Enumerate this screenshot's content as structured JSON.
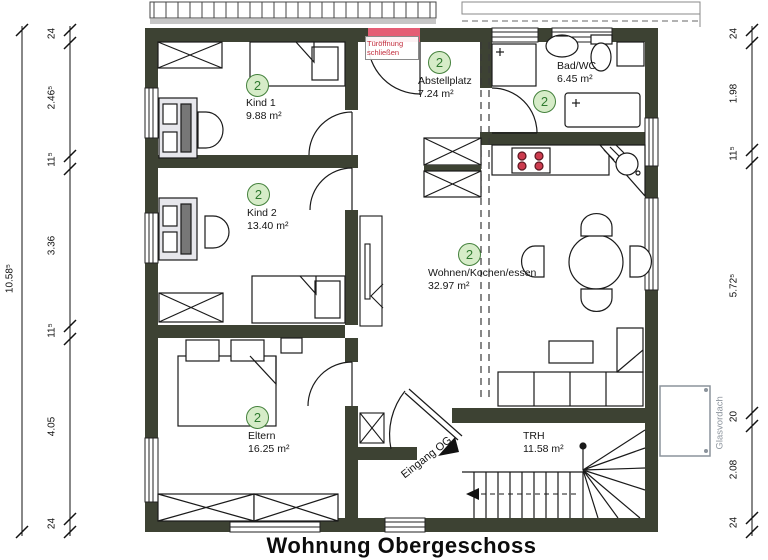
{
  "title": "Wohnung Obergeschoss",
  "marker_symbol": "2",
  "rooms": {
    "kind1": {
      "name": "Kind 1",
      "area": "9.88 m²"
    },
    "kind2": {
      "name": "Kind 2",
      "area": "13.40 m²"
    },
    "eltern": {
      "name": "Eltern",
      "area": "16.25 m²"
    },
    "abstellplatz": {
      "name": "Abstellplatz",
      "area": "7.24 m²"
    },
    "bad_wc": {
      "name": "Bad/WC",
      "area": "6.45 m²"
    },
    "wohnen_kochen_essen": {
      "name": "Wohnen/Kochen/essen",
      "area": "32.97 m²"
    },
    "trh": {
      "name": "TRH",
      "area": "11.58 m²"
    }
  },
  "annotations": {
    "tueroeffnung_line1": "Türöffnung",
    "tueroeffnung_line2": "schließen",
    "eingang_og": "Eingang OG",
    "glasvordach": "Glasvordach"
  },
  "dimensions": {
    "left_total": "10.58⁵",
    "left": [
      "24",
      "2.46⁵",
      "11⁵",
      "3.36",
      "11⁵",
      "4.05",
      "24"
    ],
    "right": [
      "24",
      "1.98",
      "11⁵",
      "5.72⁵",
      "20",
      "2.08",
      "24"
    ]
  },
  "colors": {
    "wall": "#3d4233",
    "door_marker_red": "#e45d74",
    "annotation_green": "#3f7f37",
    "annotation_green_fill": "#d6ecc8",
    "burner_red": "#cc3b4e",
    "glasvordach_gray": "#8b939c"
  }
}
